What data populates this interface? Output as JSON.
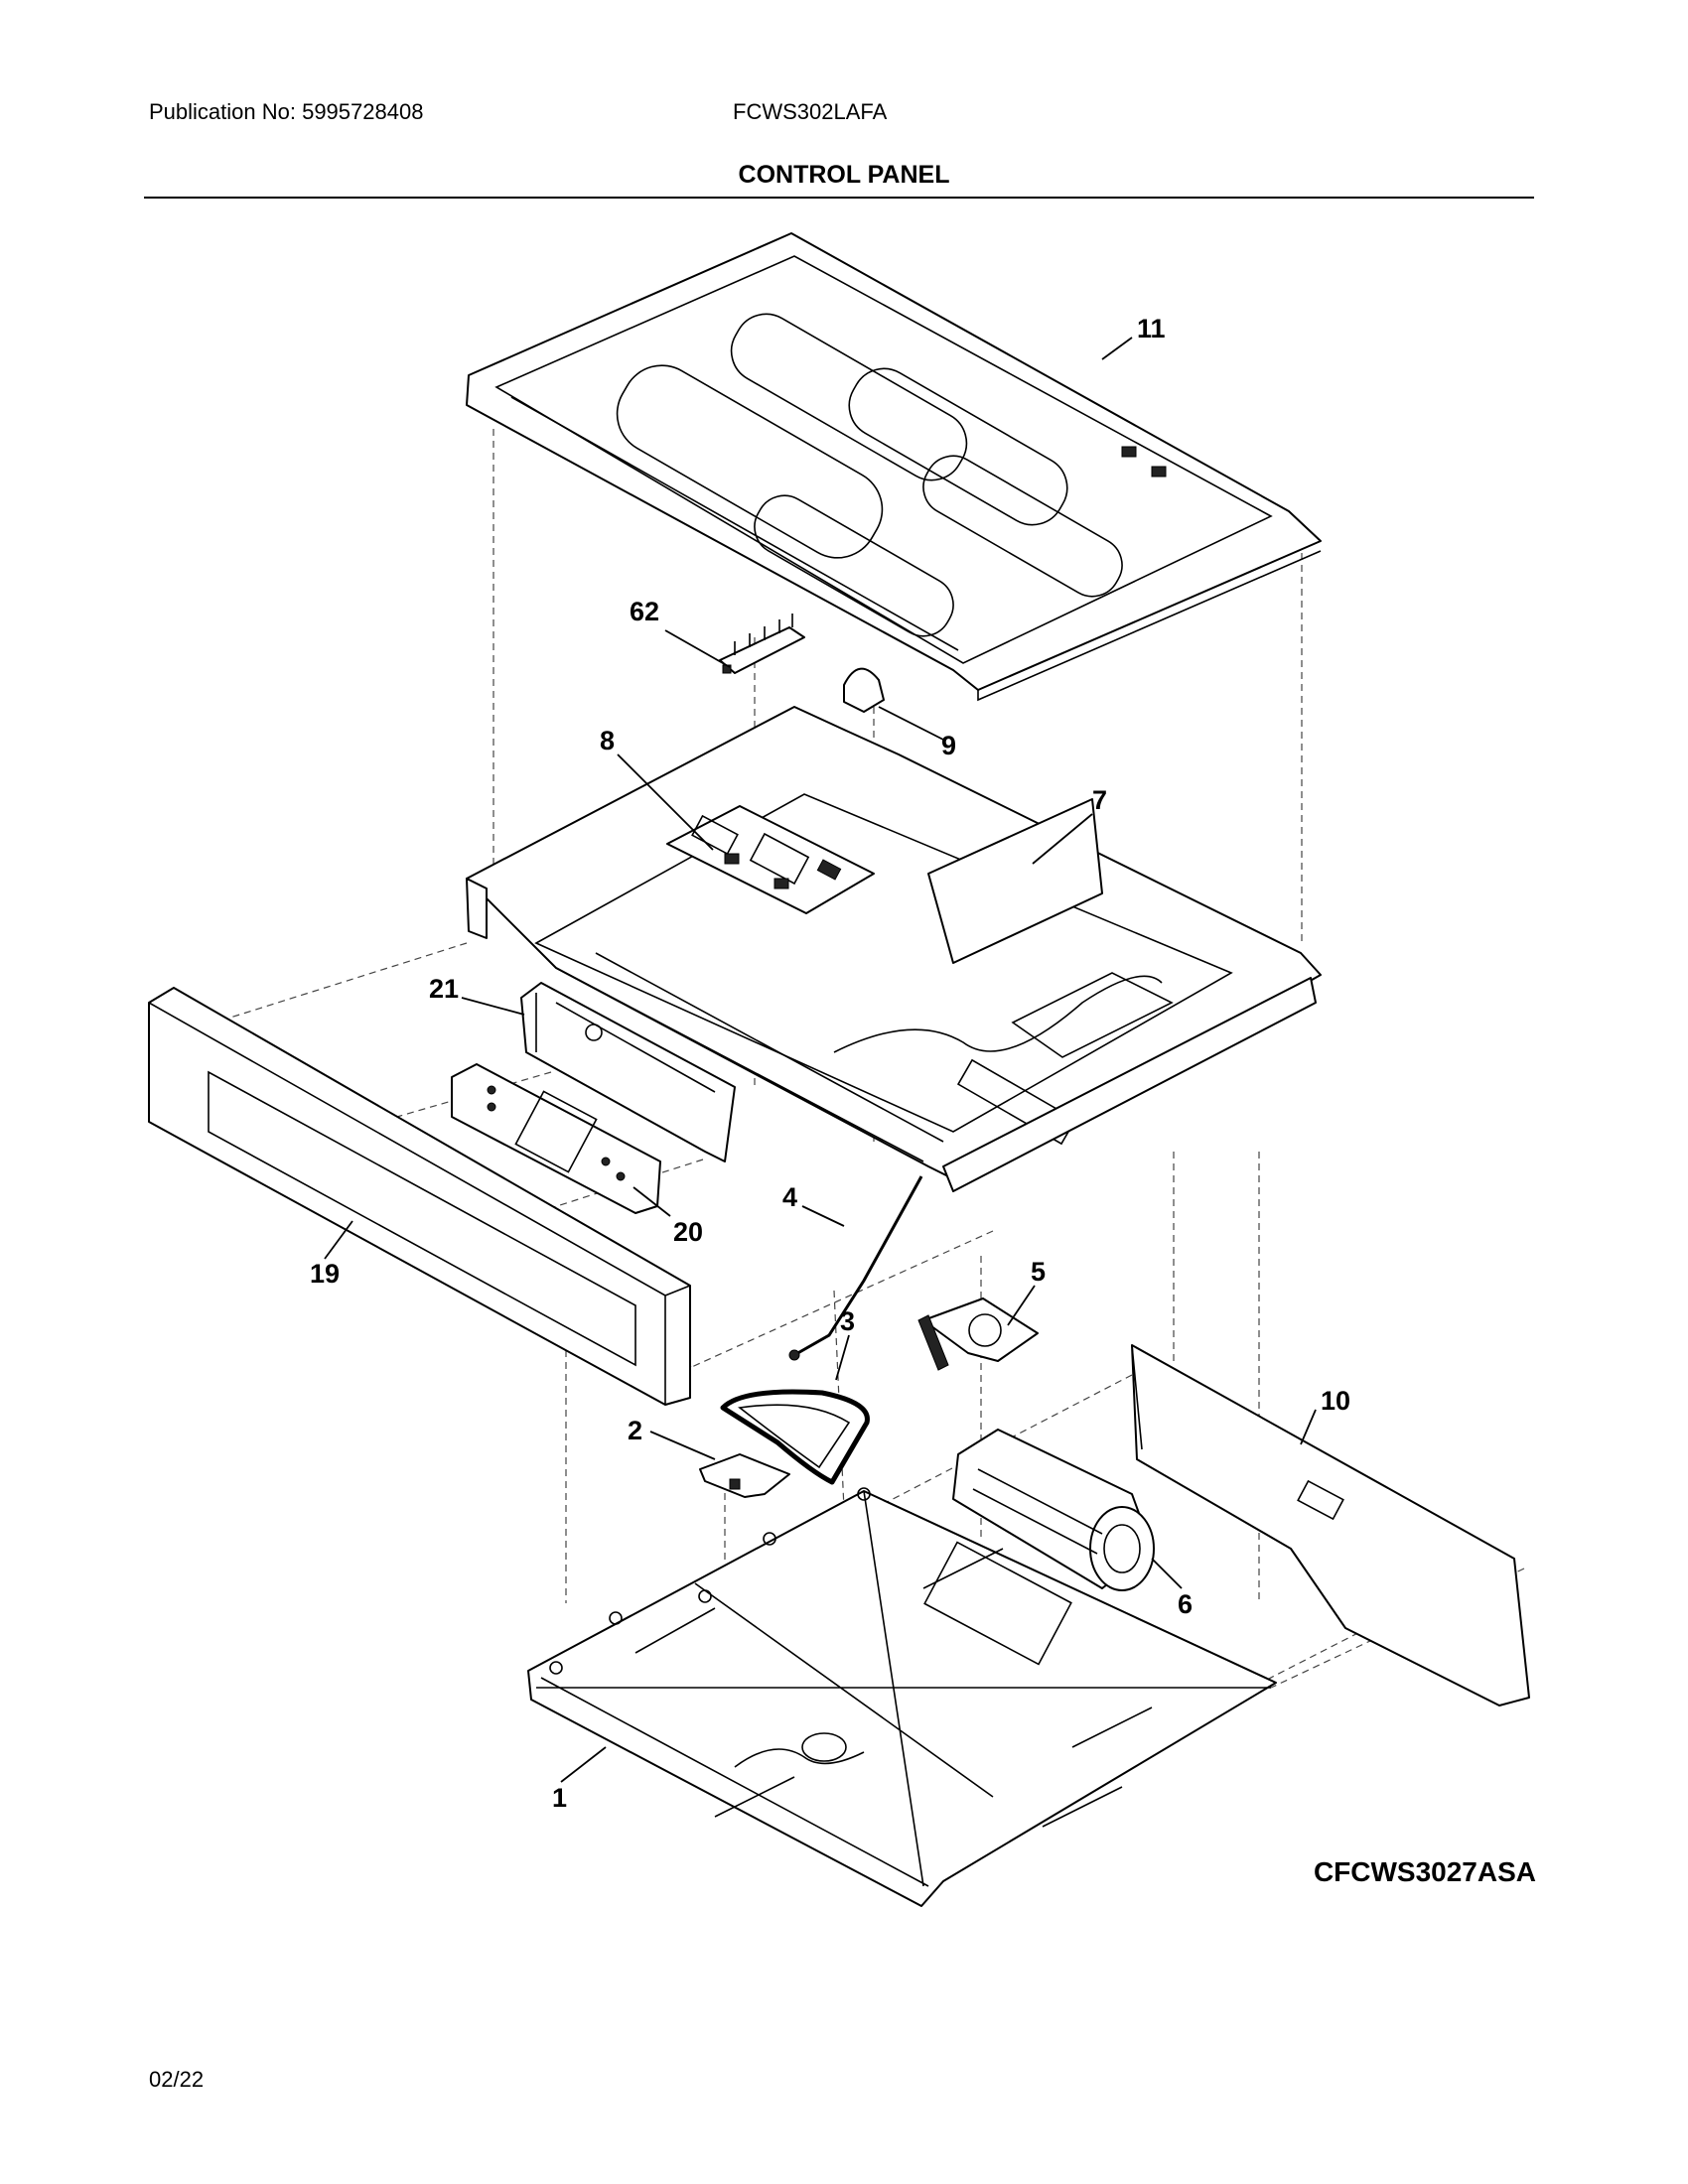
{
  "header": {
    "publication": "Publication No: 5995728408",
    "model": "FCWS302LAFA",
    "section_title": "CONTROL PANEL"
  },
  "diagram": {
    "callouts": [
      "11",
      "62",
      "9",
      "8",
      "7",
      "21",
      "20",
      "19",
      "4",
      "5",
      "3",
      "2",
      "10",
      "6",
      "1"
    ],
    "code": "CFCWS3027ASA"
  },
  "footer": {
    "date": "02/22"
  }
}
